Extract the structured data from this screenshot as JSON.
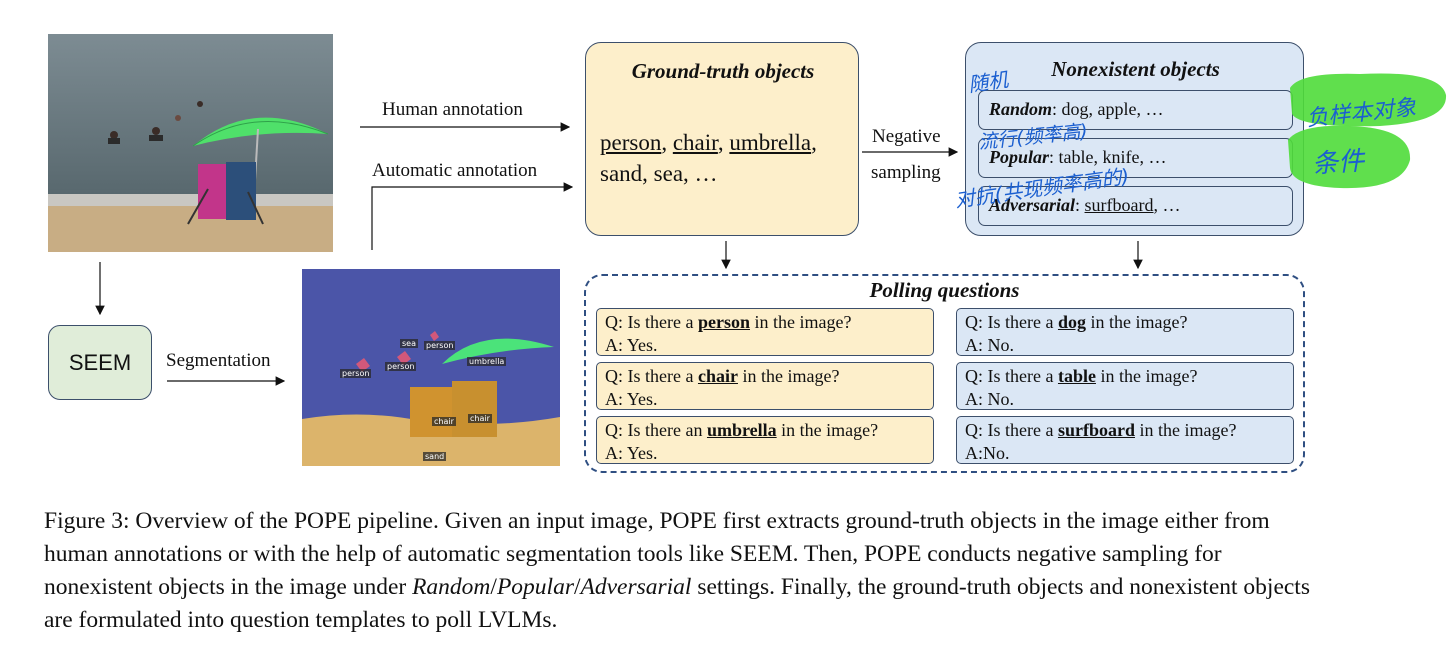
{
  "labels": {
    "human_annotation": "Human annotation",
    "automatic_annotation": "Automatic annotation",
    "negative_sampling_1": "Negative",
    "negative_sampling_2": "sampling",
    "segmentation": "Segmentation",
    "seem": "SEEM"
  },
  "ground_truth": {
    "title": "Ground-truth objects",
    "obj1": "person",
    "obj2": "chair",
    "obj3": "umbrella",
    "sep": ",",
    "rest": "sand, sea, …"
  },
  "nonexistent": {
    "title": "Nonexistent objects",
    "rows": [
      {
        "name": "Random",
        "text": ": dog, apple, …"
      },
      {
        "name": "Popular",
        "text": ": table, knife, …"
      },
      {
        "name": "Adversarial",
        "prefix": ": ",
        "underlined": "surfboard",
        "text": ", …"
      }
    ]
  },
  "polling": {
    "title": "Polling questions",
    "left": [
      {
        "q_pre": "Q: Is there a ",
        "obj": "person",
        "q_post": " in the image?",
        "a": "A: Yes."
      },
      {
        "q_pre": "Q: Is there a ",
        "obj": "chair",
        "q_post": " in the image?",
        "a": "A: Yes."
      },
      {
        "q_pre": "Q: Is there an ",
        "obj": "umbrella",
        "q_post": " in the image?",
        "a": "A: Yes."
      }
    ],
    "right": [
      {
        "q_pre": "Q: Is there a ",
        "obj": "dog",
        "q_post": " in the image?",
        "a": "A: No."
      },
      {
        "q_pre": "Q: Is there a ",
        "obj": "table",
        "q_post": " in the image?",
        "a": "A: No."
      },
      {
        "q_pre": "Q: Is there a ",
        "obj": "surfboard",
        "q_post": " in the image?",
        "a": "A:No."
      }
    ]
  },
  "segmentation_labels": {
    "sea": "sea",
    "person": "person",
    "umbrella": "umbrella",
    "chair": "chair",
    "sand": "sand"
  },
  "handwriting": {
    "random_note": "随机",
    "popular_note": "流行(频率高)",
    "adversarial_note": "对抗(共现频率高的)",
    "green_note_1": "负样本对象",
    "green_note_2": "条件"
  },
  "caption": {
    "part1": "Figure 3: Overview of the POPE pipeline. Given an input image, POPE first extracts ground-truth objects in the image either from human annotations or with the help of automatic segmentation tools like SEEM. Then, POPE conducts negative sampling for nonexistent objects in the image under ",
    "random": "Random",
    "slash1": "/",
    "popular": "Popular",
    "slash2": "/",
    "adversarial": "Adversarial",
    "part2": " settings. Finally, the ground-truth objects and nonexistent objects are formulated into question templates to poll LVLMs."
  },
  "colors": {
    "gt_fill": "#fdefcb",
    "ne_fill": "#dbe7f5",
    "seem_fill": "#e0edd9",
    "dashed_frame": "#2f4f82",
    "handwriting": "#1b5fd0",
    "highlight": "#4fdc3a"
  }
}
